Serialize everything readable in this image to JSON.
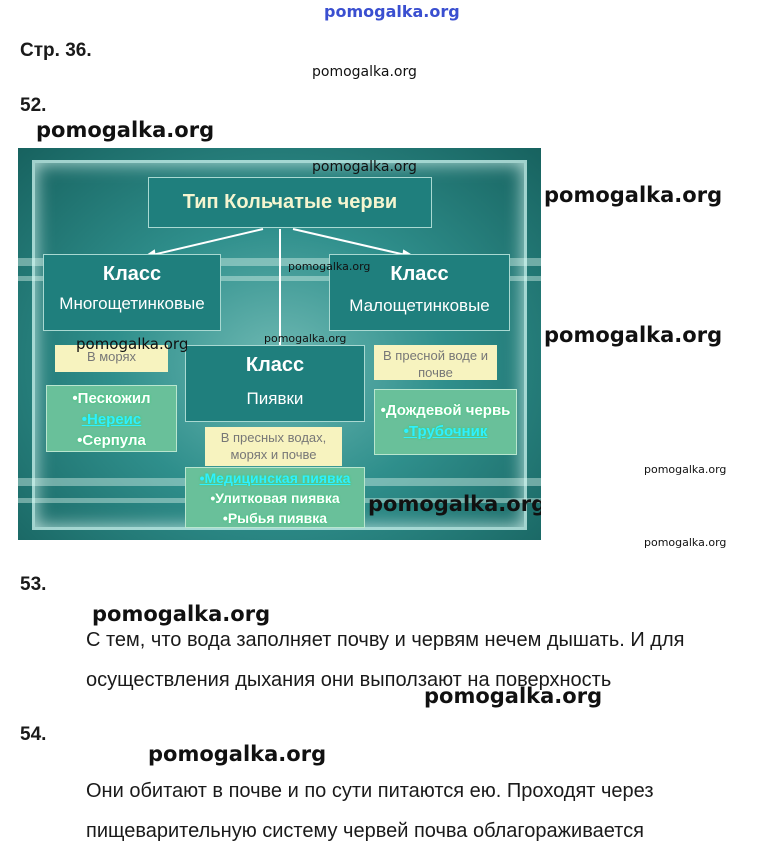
{
  "watermark": "pomogalka.org",
  "page_label": "Стр. 36.",
  "tasks": [
    {
      "number": "52."
    },
    {
      "number": "53.",
      "answer": "С тем, что вода заполняет почву и червям нечем дышать. И для осуществления дыхания они выползают на поверхность"
    },
    {
      "number": "54.",
      "answer": "Они обитают в почве и по сути питаются ею. Проходят через пищеварительную систему червей почва облагораживается"
    }
  ],
  "diagram": {
    "title": "Тип Кольчатые черви",
    "classes": [
      {
        "label": "Класс",
        "name": "Многощетинковые",
        "habitat": "В морях",
        "examples": [
          "•Пескожил",
          "•Нереис",
          "•Серпула"
        ]
      },
      {
        "label": "Класс",
        "name": "Пиявки",
        "habitat": "В пресных водах, морях и почве",
        "examples": [
          "•Медицинская пиявка",
          "•Улитковая пиявка",
          "•Рыбья пиявка"
        ]
      },
      {
        "label": "Класс",
        "name": "Малощетинковые",
        "habitat": "В пресной воде и почве",
        "examples": [
          "•Дождевой червь",
          "•Трубочник"
        ]
      }
    ]
  }
}
